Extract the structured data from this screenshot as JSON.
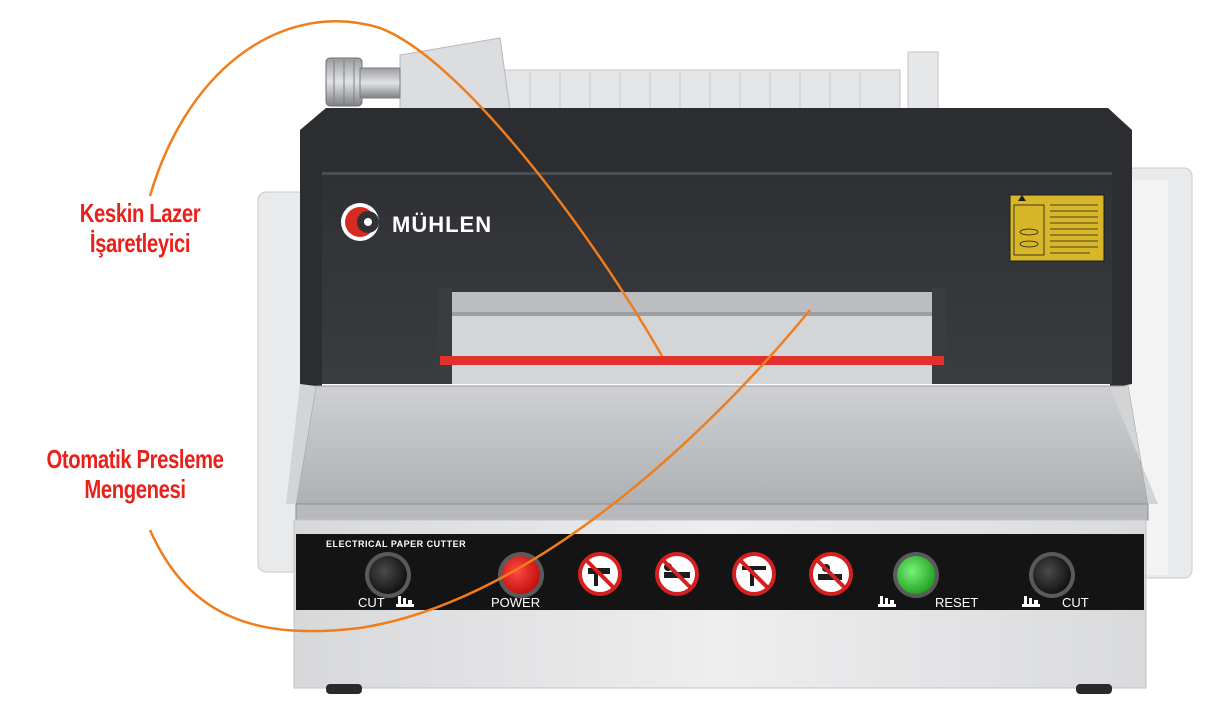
{
  "callouts": {
    "laser_line1": "Keskin Lazer",
    "laser_line2": "İşaretleyici",
    "clamp_line1": "Otomatik Presleme",
    "clamp_line2": "Mengenesi"
  },
  "machine": {
    "brand": "MÜHLEN",
    "panel_title": "ELECTRICAL PAPER CUTTER",
    "cut_left_label": "CUT",
    "power_label": "POWER",
    "reset_label": "RESET",
    "cut_right_label": "CUT"
  },
  "colors": {
    "callout_text": "#e8221b",
    "callout_line": "#f07d1c",
    "laser": "#e2302c",
    "power_button": "#e21b1b",
    "reset_button": "#3ec93e",
    "cut_button": "#262626",
    "warning_label": "#d8b62a"
  }
}
